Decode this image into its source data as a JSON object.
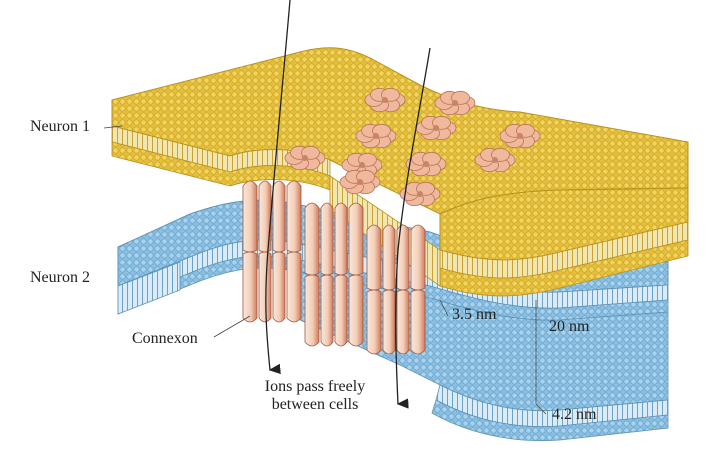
{
  "labels": {
    "neuron1": "Neuron 1",
    "neuron2": "Neuron 2",
    "connexon": "Connexon",
    "ions_line1": "Ions pass freely",
    "ions_line2": "between cells",
    "gap_3_5": "3.5 nm",
    "gap_20": "20 nm",
    "membrane_4_2": "4.2 nm"
  },
  "colors": {
    "neuron1_membrane": "#e8c23a",
    "neuron1_shadow": "#b8921c",
    "neuron2_membrane": "#8fc3e4",
    "neuron2_shadow": "#5d93b8",
    "connexon": "#f6d8c4",
    "connexon_shade": "#d9876a",
    "rosette": "#f0b89c"
  },
  "icons": [
    "ion-arrow-icon",
    "connexon-channel-icon",
    "connexon-rosette-icon"
  ]
}
